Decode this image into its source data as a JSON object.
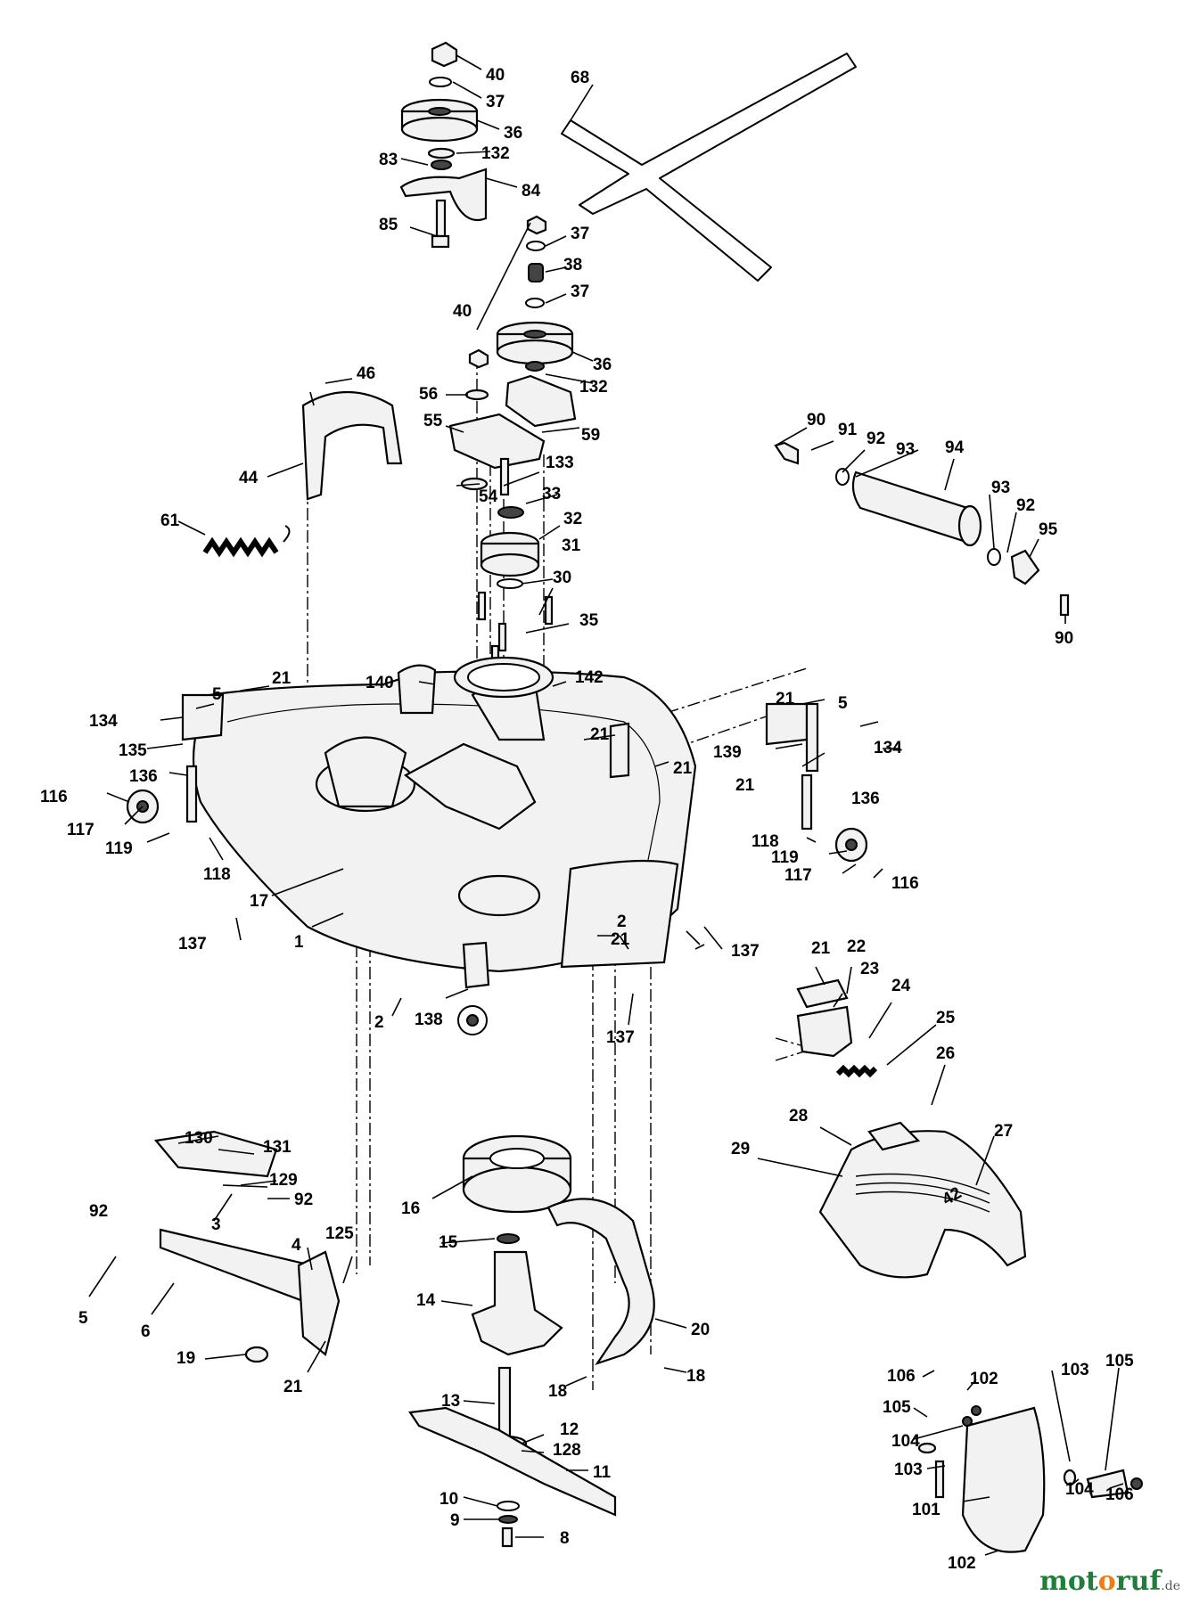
{
  "labels": {
    "l40a": "40",
    "l37a": "37",
    "l36a": "36",
    "l132a": "132",
    "l83": "83",
    "l84": "84",
    "l85": "85",
    "l68": "68",
    "l37b": "37",
    "l38": "38",
    "l37c": "37",
    "l40b": "40",
    "l36b": "36",
    "l132b": "132",
    "l46": "46",
    "l56": "56",
    "l55": "55",
    "l59": "59",
    "l44": "44",
    "l133": "133",
    "l54": "54",
    "l33": "33",
    "l32": "32",
    "l31": "31",
    "l61": "61",
    "l30": "30",
    "l35": "35",
    "l90a": "90",
    "l91": "91",
    "l92a": "92",
    "l93a": "93",
    "l94": "94",
    "l93b": "93",
    "l92b": "92",
    "l95": "95",
    "l90b": "90",
    "l142": "142",
    "l140": "140",
    "l21a": "21",
    "l5a": "5",
    "l134a": "134",
    "l135": "135",
    "l136a": "136",
    "l116a": "116",
    "l117a": "117",
    "l119a": "119",
    "l118a": "118",
    "l21b": "21",
    "l21c": "21",
    "l21d": "21",
    "l5b": "5",
    "l139": "139",
    "l134b": "134",
    "l21e": "21",
    "l136b": "136",
    "l118b": "118",
    "l119b": "119",
    "l117b": "117",
    "l116b": "116",
    "l17": "17",
    "l137a": "137",
    "l1": "1",
    "l2a": "2",
    "l21f": "21",
    "l137b": "137",
    "l2b": "2",
    "l138": "138",
    "l137c": "137",
    "l21g": "21",
    "l22": "22",
    "l23": "23",
    "l24": "24",
    "l25": "25",
    "l26": "26",
    "l28": "28",
    "l27": "27",
    "l29": "29",
    "l130": "130",
    "l131": "131",
    "l129": "129",
    "l92c": "92",
    "l92d": "92",
    "l3": "3",
    "l125": "125",
    "l4": "4",
    "l5c": "5",
    "l6": "6",
    "l19": "19",
    "l21h": "21",
    "l16": "16",
    "l15": "15",
    "l14": "14",
    "l20": "20",
    "l18a": "18",
    "l18b": "18",
    "l13": "13",
    "l12": "12",
    "l128": "128",
    "l11": "11",
    "l10": "10",
    "l9": "9",
    "l8": "8",
    "l106a": "106",
    "l102a": "102",
    "l103a": "103",
    "l105a": "105",
    "l105b": "105",
    "l104a": "104",
    "l103b": "103",
    "l104b": "104",
    "l106b": "106",
    "l101": "101",
    "l102b": "102"
  },
  "deck_badge": "42",
  "watermark": {
    "m1": "mot",
    "m2": "o",
    "m3": "ruf",
    "tld": ".de"
  }
}
